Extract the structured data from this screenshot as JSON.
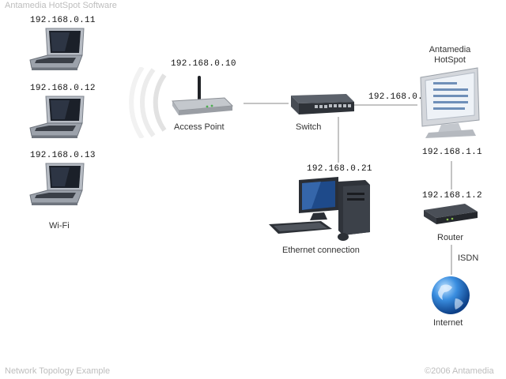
{
  "header": {
    "brand": "Antamedia HotSpot Software"
  },
  "footer": {
    "caption": "Network Topology Example",
    "copyright": "©2006 Antamedia"
  },
  "laptops": [
    {
      "ip": "192.168.0.11",
      "icon": "laptop-icon"
    },
    {
      "ip": "192.168.0.12",
      "icon": "laptop-icon"
    },
    {
      "ip": "192.168.0.13",
      "icon": "laptop-icon"
    }
  ],
  "wifi": {
    "label": "Wi-Fi",
    "icon": "wireless-signal-icon"
  },
  "access_point": {
    "label": "Access Point",
    "ip": "192.168.0.10",
    "icon": "access-point-icon"
  },
  "switch": {
    "label": "Switch",
    "ip": "192.168.0.1",
    "icon": "switch-icon"
  },
  "desktop": {
    "label": "Ethernet connection",
    "ip": "192.168.0.21",
    "icon": "desktop-computer-icon"
  },
  "hotspot": {
    "label_line1": "Antamedia",
    "label_line2": "HotSpot",
    "ip": "192.168.1.1",
    "icon": "monitor-icon"
  },
  "router": {
    "label": "Router",
    "ip": "192.168.1.2",
    "icon": "router-icon"
  },
  "isdn": {
    "label": "ISDN"
  },
  "internet": {
    "label": "Internet",
    "icon": "globe-icon"
  },
  "colors": {
    "line": "#7a7a7a",
    "globe": "#2f7fd0",
    "device_dark": "#2c2f36",
    "device_light": "#c9ccd1"
  }
}
